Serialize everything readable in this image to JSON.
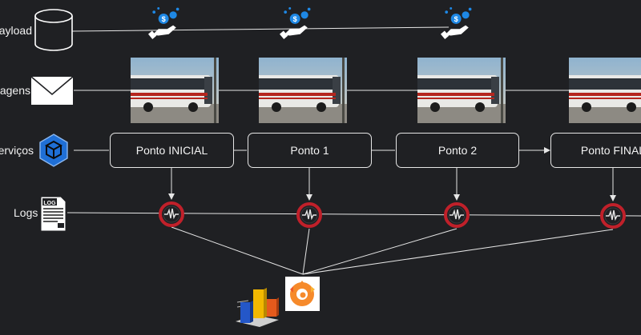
{
  "rows": {
    "payload": "Payload",
    "mensagens": "Mensagens",
    "servicos": "Serviços",
    "logs": "Logs"
  },
  "nodes": [
    {
      "label": "Ponto INICIAL"
    },
    {
      "label": "Ponto 1"
    },
    {
      "label": "Ponto 2"
    },
    {
      "label": "Ponto FINAL"
    }
  ],
  "log_doc_text": "LOG",
  "icons": {
    "payload": "database-icon",
    "mensagens": "envelope-icon",
    "servicos": "hexagon-cube-icon",
    "logs": "log-document-icon",
    "payment": "hand-coin-icon",
    "message": "bus-photo",
    "log_point": "waveform-monitor-icon",
    "chart": "bar-chart-icon",
    "grafana": "grafana-logo-icon"
  },
  "colors": {
    "background": "#1f2023",
    "line": "#e6e6e6",
    "monitor_ring": "#c0202a",
    "service_hex": "#1f6fd6",
    "coin": "#1e88e5"
  }
}
